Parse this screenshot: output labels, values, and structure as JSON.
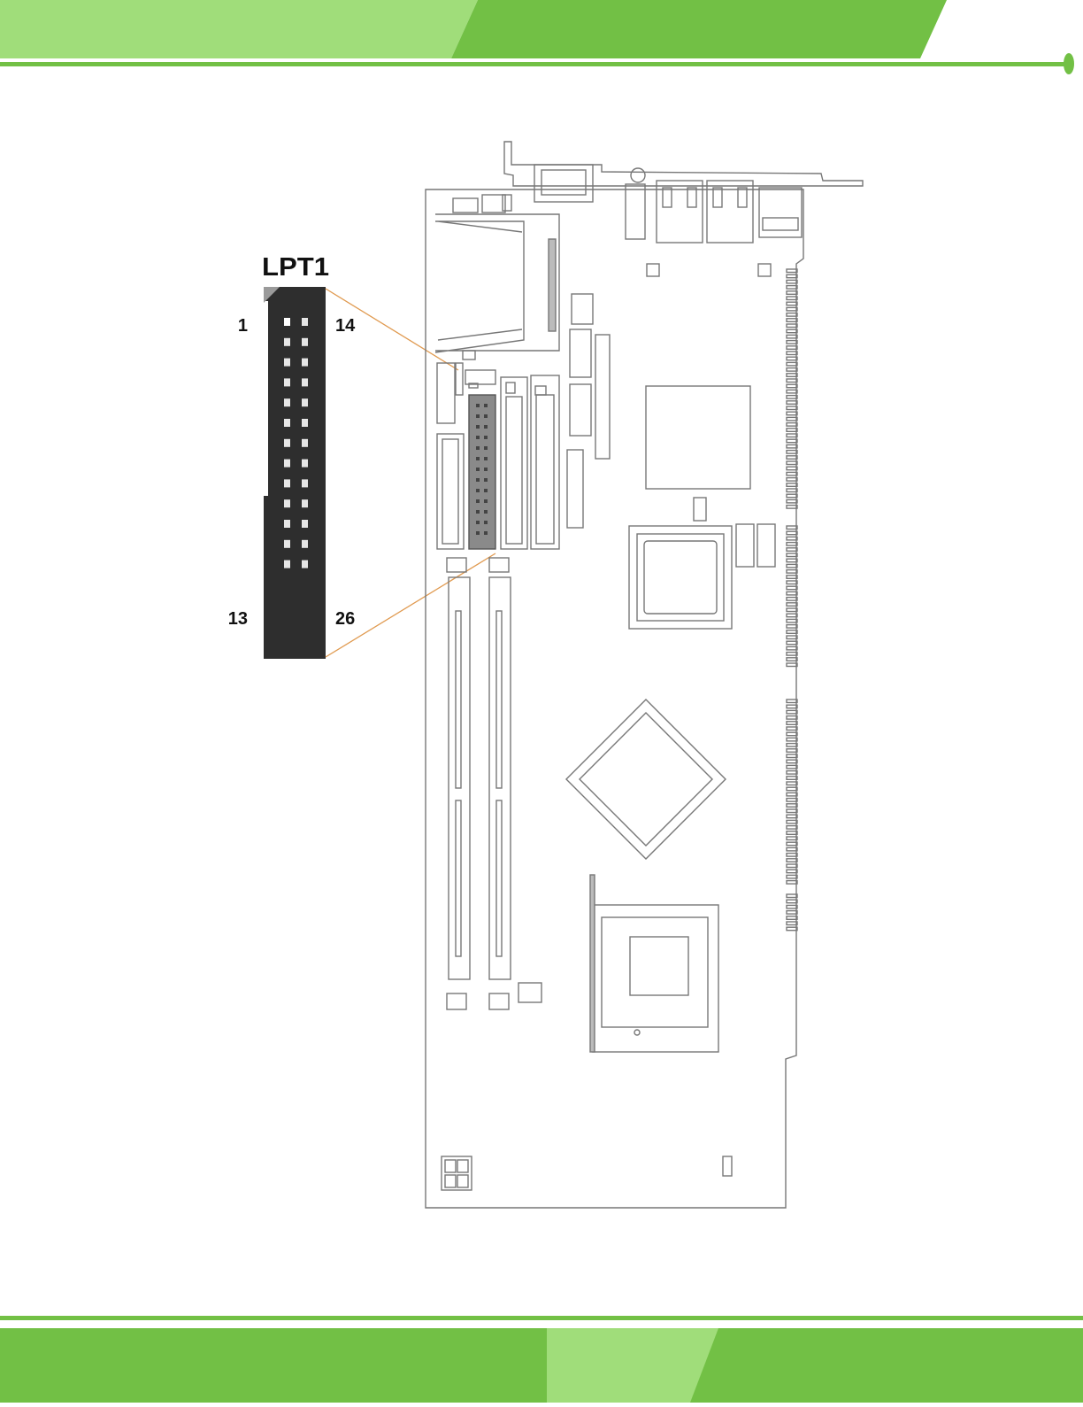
{
  "colors": {
    "banner_light": "#a0dd7a",
    "banner_dark": "#72c045",
    "rule_green": "#72c045",
    "connector_fill": "#2e2e2e",
    "connector_highlight": "#8a8a8a",
    "leader_line": "#e09a50",
    "board_line": "#777777"
  },
  "figure": {
    "connector_title": "LPT1",
    "pin_labels": {
      "top_left": "1",
      "top_right": "14",
      "bottom_left": "13",
      "bottom_right": "26"
    },
    "pin_columns": 2,
    "pins_per_column": 13
  }
}
